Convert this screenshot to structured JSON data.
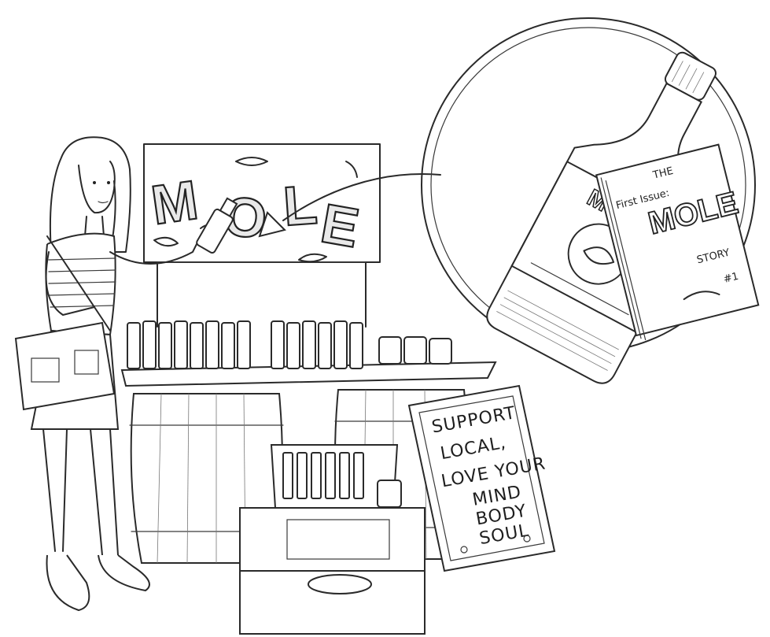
{
  "banner": {
    "letters": [
      "M",
      "O",
      "L",
      "E"
    ]
  },
  "bottle_label": "MOLE",
  "magazine": {
    "title_small": "THE",
    "title": "MOLE",
    "subtitle": "STORY",
    "issue_note": "First Issue:",
    "number_mark": "#1"
  },
  "sign": {
    "lines": [
      "SUPPORT",
      "LOCAL,",
      "LOVE YOUR",
      "MIND",
      "BODY",
      "SOUL"
    ]
  }
}
